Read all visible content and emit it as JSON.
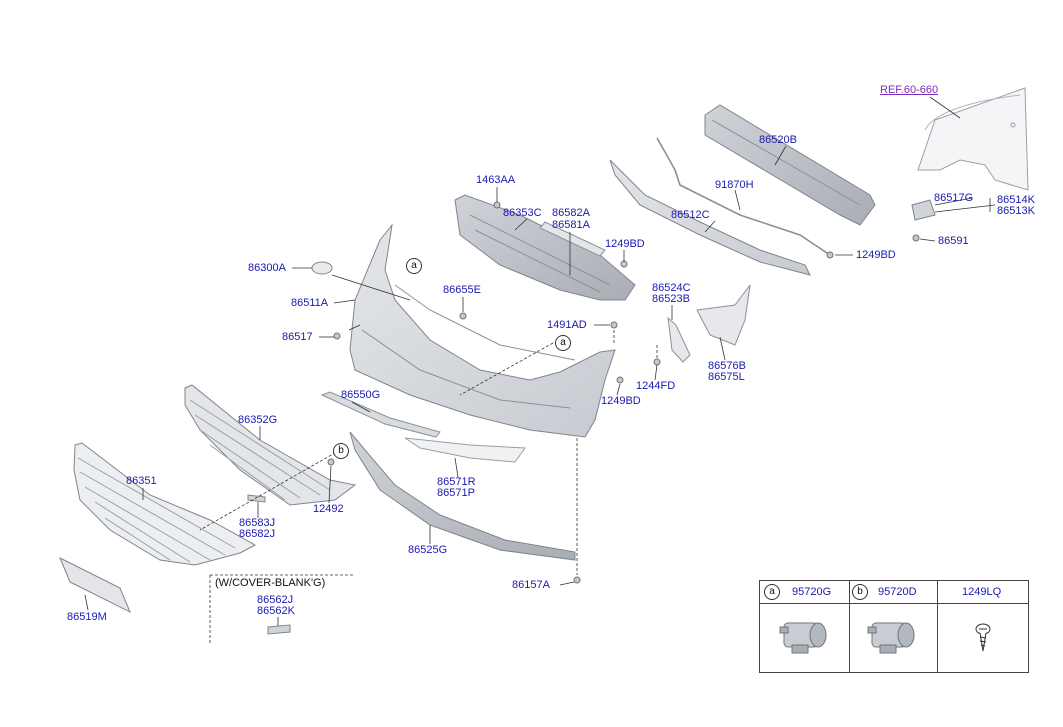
{
  "ref_link": "REF.60-660",
  "labels": {
    "l86520B": "86520B",
    "l91870H": "91870H",
    "l86512C": "86512C",
    "l1249BD_a": "1249BD",
    "l1249BD_b": "1249BD",
    "l1249BD_c": "1249BD",
    "l1463AA": "1463AA",
    "l86353C": "86353C",
    "l86582A": "86582A",
    "l86581A": "86581A",
    "l86300A": "86300A",
    "l86511A": "86511A",
    "l86655E": "86655E",
    "l86517": "86517",
    "l86524C": "86524C",
    "l86523B": "86523B",
    "l1491AD": "1491AD",
    "l86576B": "86576B",
    "l86575L": "86575L",
    "l1244FD": "1244FD",
    "l86550G": "86550G",
    "l86352G": "86352G",
    "l86351": "86351",
    "l86583J": "86583J",
    "l86582J": "86582J",
    "l12492": "12492",
    "l86571R": "86571R",
    "l86571P": "86571P",
    "l86525G": "86525G",
    "l86157A": "86157A",
    "l86519M": "86519M",
    "l86562J": "86562J",
    "l86562K": "86562K",
    "l86517G": "86517G",
    "l86514K": "86514K",
    "l86513K": "86513K",
    "l86591": "86591"
  },
  "callouts": {
    "a": "a",
    "b": "b"
  },
  "cover_note": "(W/COVER-BLANK'G)",
  "legend": {
    "col_a": {
      "marker": "a",
      "part": "95720G"
    },
    "col_b": {
      "marker": "b",
      "part": "95720D"
    },
    "col_c": {
      "part": "1249LQ"
    }
  }
}
